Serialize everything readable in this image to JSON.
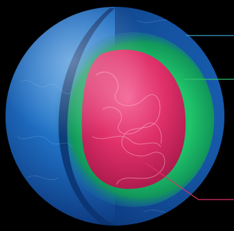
{
  "colors": {
    "background": "#000000",
    "outer_layer": "#1e6fc4",
    "middle_layer": "#17b060",
    "core": "#e0306a",
    "callout_lines": [
      "#3aa0c8",
      "#2fc46f",
      "#e0306a"
    ]
  },
  "layers": [
    "outer-shell",
    "middle-shell",
    "inner-core"
  ],
  "callout_count": 3
}
